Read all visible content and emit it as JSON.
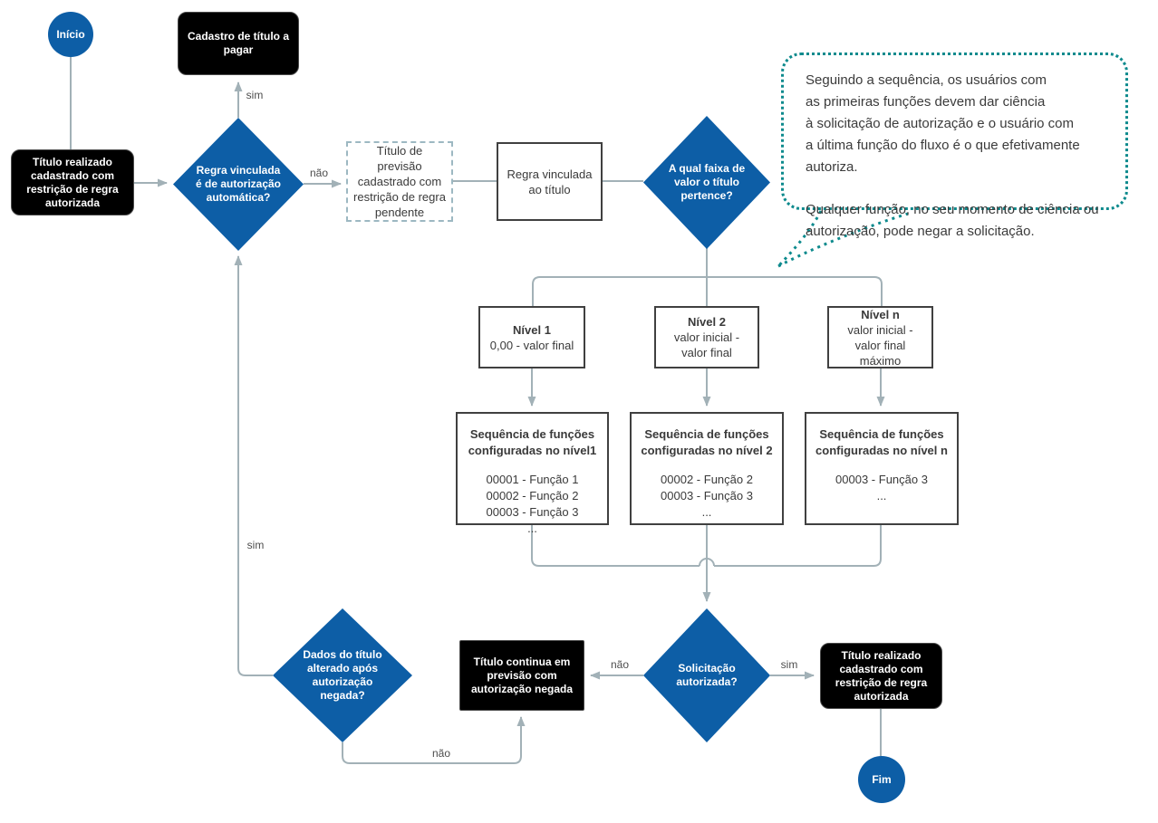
{
  "colors": {
    "node_blue": "#0d5ea6",
    "node_black": "#000000",
    "connector_gray": "#a2b1b7",
    "note_teal": "#0d8a8d",
    "dashed_border_blue_gray": "#9db8c2",
    "text_dark": "#3a3a3a"
  },
  "nodes": {
    "start": {
      "label": "Início"
    },
    "end": {
      "label": "Fim"
    },
    "cadastro_titulo_pagar": {
      "label": "Cadastro de título a pagar"
    },
    "titulo_realizado_inicio": {
      "label": "Título realizado cadastrado com restrição de regra autorizada"
    },
    "decision_regra_automatica": {
      "label": "Regra vinculada é de autorização automática?"
    },
    "titulo_previsao_pendente": {
      "label": "Título de previsão cadastrado com restrição de regra pendente"
    },
    "regra_vinculada_titulo": {
      "label": "Regra vinculada ao título"
    },
    "decision_faixa_valor": {
      "label": "A qual faixa de valor o título pertence?"
    },
    "nivel_1": {
      "title": "Nível 1",
      "subtitle": "0,00 - valor final"
    },
    "nivel_2": {
      "title": "Nível 2",
      "subtitle": "valor inicial - valor final"
    },
    "nivel_n": {
      "title": "Nível n",
      "subtitle": "valor inicial - valor final máximo"
    },
    "seq_nivel_1": {
      "title": "Sequência de funções configuradas no nível1",
      "items": [
        "00001 - Função 1",
        "00002 - Função 2",
        "00003 - Função 3",
        "..."
      ]
    },
    "seq_nivel_2": {
      "title": "Sequência de funções configuradas no nível 2",
      "items": [
        "00002 - Função 2",
        "00003 - Função 3",
        "..."
      ]
    },
    "seq_nivel_n": {
      "title": "Sequência de funções configuradas no nível n",
      "items": [
        "00003 - Função 3",
        "..."
      ]
    },
    "decision_solicitacao_autorizada": {
      "label": "Solicitação autorizada?"
    },
    "decision_dados_alterados": {
      "label": "Dados do título alterado após autorização negada?"
    },
    "titulo_continua_previsao": {
      "label": "Título continua em previsão com autorização negada"
    },
    "titulo_realizado_fim": {
      "label": "Título realizado cadastrado com restrição de regra autorizada"
    }
  },
  "edge_labels": {
    "sim_para_cadastro": "sim",
    "nao_para_previsao": "não",
    "sim_para_titulo_realizado": "sim",
    "nao_para_continua": "não",
    "nao_dados_para_continua": "não",
    "sim_dados_para_regra": "sim"
  },
  "note_bubble": {
    "p1": [
      "Seguindo a sequência, os usuários com",
      "as primeiras funções devem dar ciência",
      "à solicitação de autorização e o usuário com",
      "a última função do fluxo é o que efetivamente autoriza."
    ],
    "p2": [
      "Qualquer função, no seu momento de ciência ou",
      "autorização, pode negar a solicitação."
    ]
  }
}
